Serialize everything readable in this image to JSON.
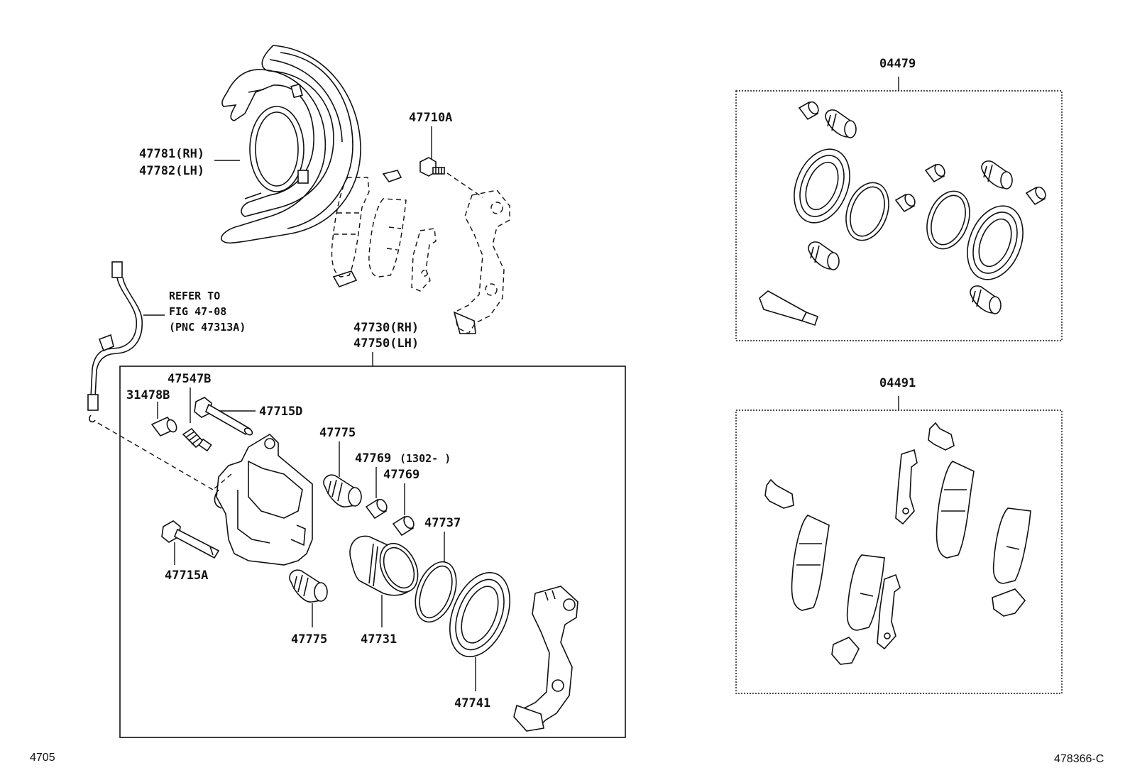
{
  "labels": {
    "dust_cover_rh": "47781(RH)",
    "dust_cover_lh": "47782(LH)",
    "bolt_top": "47710A",
    "refer_1": "REFER TO",
    "refer_2": "FIG 47-08",
    "refer_3": "(PNC 47313A)",
    "caliper_rh": "47730(RH)",
    "caliper_lh": "47750(LH)",
    "bleeder_plug": "47547B",
    "bleeder_cap": "31478B",
    "pin_d": "47715D",
    "pin_a": "47715A",
    "boot_upper": "47775",
    "boot_lower": "47775",
    "bushing_1": "47769",
    "bushing_1_note": "(1302-     )",
    "bushing_2": "47769",
    "ring_set": "47737",
    "piston": "47731",
    "cylinder_boot": "47741",
    "kit_seal": "04479",
    "kit_pad": "04491"
  },
  "footer": {
    "page_ref": "4705",
    "illustration_no": "478366-C"
  }
}
